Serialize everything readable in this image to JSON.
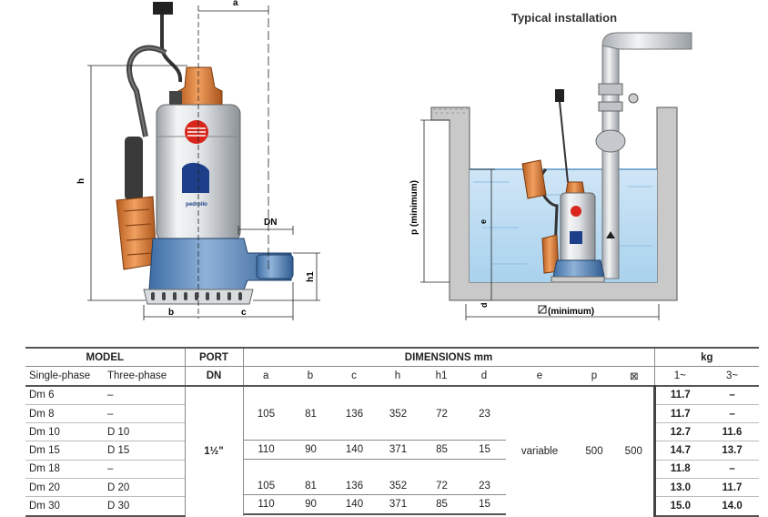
{
  "figure": {
    "caption": "Typical installation",
    "dim_labels": {
      "a": "a",
      "h": "h",
      "b": "b",
      "c": "c",
      "dn": "DN",
      "h1": "h1",
      "p": "p (minimum)",
      "e": "e",
      "d": "d",
      "width": "(minimum)"
    },
    "brand_text": "pedrollo"
  },
  "table": {
    "headers": {
      "model": "MODEL",
      "port": "PORT",
      "dimensions": "DIMENSIONS mm",
      "kg": "kg",
      "single_phase": "Single-phase",
      "three_phase": "Three-phase",
      "dn": "DN",
      "a": "a",
      "b": "b",
      "c": "c",
      "h": "h",
      "h1": "h1",
      "d": "d",
      "e": "e",
      "p": "p",
      "diag_symbol": "⊠",
      "kg1": "1~",
      "kg3": "3~"
    },
    "rows": [
      {
        "single": "Dm 6",
        "three": "–",
        "kg1": "11.7",
        "kg3": "–"
      },
      {
        "single": "Dm 8",
        "three": "–",
        "kg1": "11.7",
        "kg3": "–"
      },
      {
        "single": "Dm 10",
        "three": "D 10",
        "kg1": "12.7",
        "kg3": "11.6"
      },
      {
        "single": "Dm 15",
        "three": "D 15",
        "kg1": "14.7",
        "kg3": "13.7"
      },
      {
        "single": "Dm 18",
        "three": "–",
        "kg1": "11.8",
        "kg3": "–"
      },
      {
        "single": "Dm 20",
        "three": "D 20",
        "kg1": "13.0",
        "kg3": "11.7"
      },
      {
        "single": "Dm 30",
        "three": "D 30",
        "kg1": "15.0",
        "kg3": "14.0"
      }
    ],
    "port_dn": "1½\"",
    "e_value": "variable",
    "p_value": "500",
    "diag_value": "500",
    "groups": [
      {
        "a": "105",
        "b": "81",
        "c": "136",
        "h": "352",
        "h1": "72",
        "d": "23"
      },
      {
        "a": "110",
        "b": "90",
        "c": "140",
        "h": "371",
        "h1": "85",
        "d": "15"
      },
      {
        "a": "105",
        "b": "81",
        "c": "136",
        "h": "352",
        "h1": "72",
        "d": "23"
      },
      {
        "a": "110",
        "b": "90",
        "c": "140",
        "h": "371",
        "h1": "85",
        "d": "15"
      }
    ]
  }
}
